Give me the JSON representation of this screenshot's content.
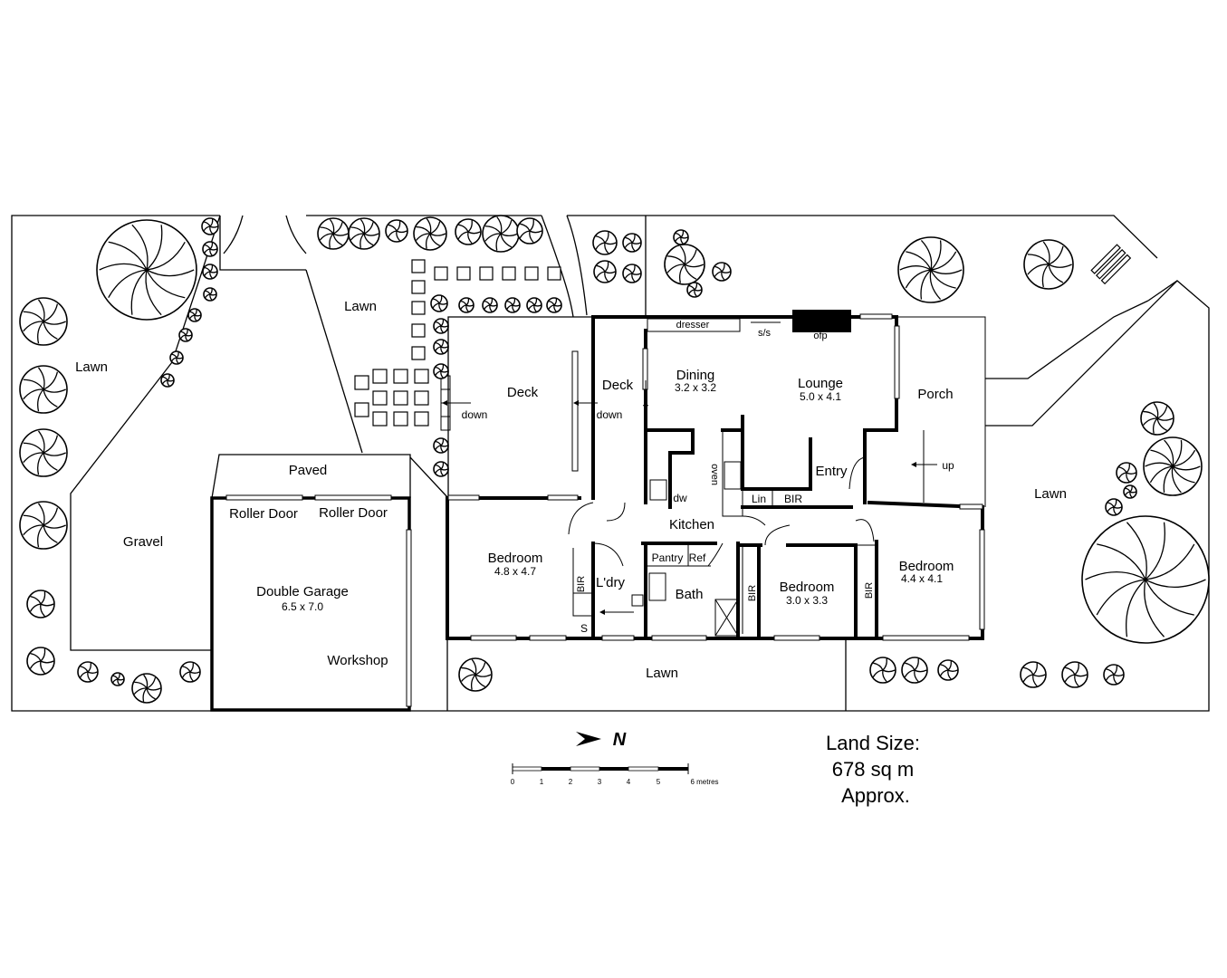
{
  "rooms": {
    "lawn_nw": "Lawn",
    "lawn_center": "Lawn",
    "lawn_south": "Lawn",
    "lawn_east": "Lawn",
    "gravel": "Gravel",
    "paved": "Paved",
    "roller_door_1": "Roller Door",
    "roller_door_2": "Roller Door",
    "garage": {
      "name": "Double Garage",
      "size": "6.5 x 7.0"
    },
    "workshop": "Workshop",
    "deck_1": "Deck",
    "deck_2": "Deck",
    "down_1": "down",
    "down_2": "down",
    "dresser": "dresser",
    "ss": "s/s",
    "ofp": "ofp",
    "dining": {
      "name": "Dining",
      "size": "3.2 x 3.2"
    },
    "lounge": {
      "name": "Lounge",
      "size": "5.0 x 4.1"
    },
    "porch": "Porch",
    "up": "up",
    "entry": "Entry",
    "oven": "oven",
    "dw": "dw",
    "lin": "Lin",
    "bir_hall": "BIR",
    "kitchen": "Kitchen",
    "bedroom_1": {
      "name": "Bedroom",
      "size": "4.8 x 4.7"
    },
    "bir_1": "BIR",
    "ldry": "L'dry",
    "s": "S",
    "pantry": "Pantry",
    "ref": "Ref",
    "bath": "Bath",
    "bir_2": "BIR",
    "bedroom_2": {
      "name": "Bedroom",
      "size": "3.0 x 3.3"
    },
    "bir_3": "BIR",
    "bedroom_3": {
      "name": "Bedroom",
      "size": "4.4 x 4.1"
    }
  },
  "north_label": "N",
  "scale": {
    "ticks": [
      "0",
      "1",
      "2",
      "3",
      "4",
      "5"
    ],
    "last": "6 metres"
  },
  "land_size": {
    "line1": "Land Size:",
    "line2": "678 sq m",
    "line3": "Approx."
  }
}
